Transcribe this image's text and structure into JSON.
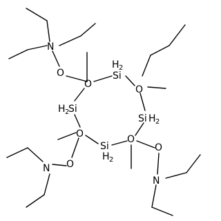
{
  "structure": {
    "atom_labels": {
      "n_top": "N",
      "o_top": "O",
      "o_ring_top_left": "O",
      "si_top": "Si",
      "si_top_h": "H",
      "si_top_h_count": "2",
      "o_ring_top_right": "O",
      "si_left_h": "H",
      "si_left_h_count": "2",
      "si_left": "Si",
      "si_right": "Si",
      "si_right_h": "H",
      "si_right_h_count": "2",
      "o_ring_bottom_left": "O",
      "si_bottom": "Si",
      "si_bottom_h": "H",
      "si_bottom_h_count": "2",
      "o_ring_bottom_right": "O",
      "o_bottom_left": "O",
      "n_bottom_left": "N",
      "o_bottom_right": "O",
      "n_bottom_right": "N"
    },
    "colors": {
      "bond": "#000000",
      "text": "#000000",
      "background": "#ffffff"
    }
  }
}
